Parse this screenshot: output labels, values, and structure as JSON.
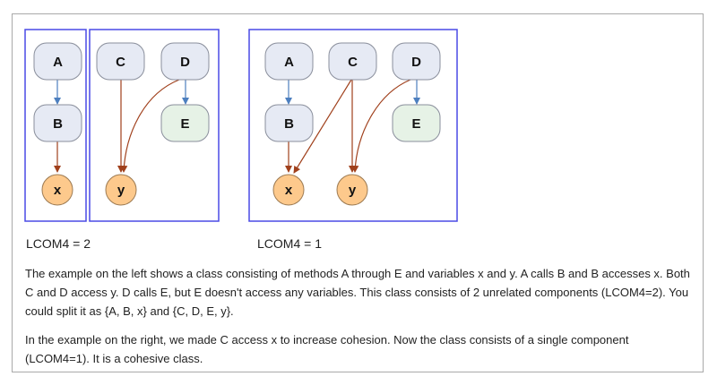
{
  "colors": {
    "frame_border": "#a9a9a9",
    "box_border": "#4a4ae6",
    "method_fill": "#e6eaf4",
    "method_stroke": "#8a8f9c",
    "empty_method_fill": "#e6f2e6",
    "variable_fill": "#fdc98c",
    "variable_stroke": "#9c7a52",
    "call_edge": "#4d7fbf",
    "access_edge": "#a0401c"
  },
  "left_example": {
    "nodes": {
      "A": "A",
      "B": "B",
      "C": "C",
      "D": "D",
      "E": "E",
      "x": "x",
      "y": "y"
    },
    "caption": "LCOM4 = 2"
  },
  "right_example": {
    "nodes": {
      "A": "A",
      "B": "B",
      "C": "C",
      "D": "D",
      "E": "E",
      "x": "x",
      "y": "y"
    },
    "caption": "LCOM4 = 1"
  },
  "paragraphs": [
    "The example on the left shows a class consisting of methods A through E and variables x and y. A calls B and B accesses x. Both C and D access y. D calls E, but E doesn't access any variables. This class consists of 2 unrelated components (LCOM4=2). You could split it as {A, B, x} and {C, D, E, y}.",
    "In the example on the right, we made C access x to increase cohesion. Now the class consists of a single component (LCOM4=1). It is a cohesive class."
  ]
}
